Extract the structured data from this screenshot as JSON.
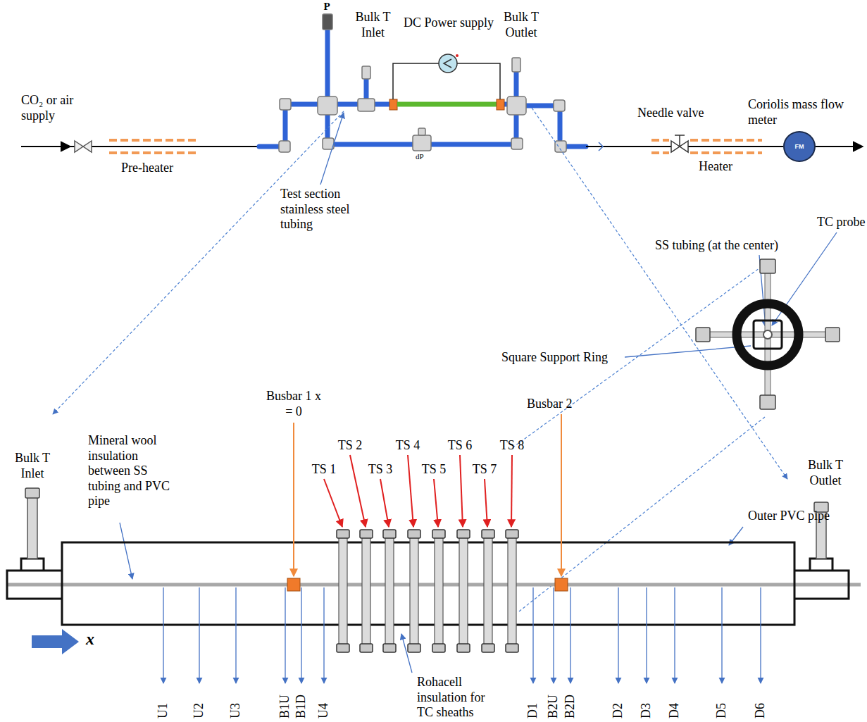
{
  "diagram": {
    "nodes": [
      {
        "text": [
          "FM"
        ]
      }
    ],
    "labels": [
      "P",
      "Bulk T Inlet",
      "DC Power supply",
      "Bulk T Outlet",
      "CO₂ or air supply",
      "Coriolis mass flow meter",
      "Needle valve",
      "Pre-heater",
      "Heater",
      "dP",
      "Test section stainless steel tubing",
      "SS tubing (at the center)",
      "TC probe",
      "Square Support Ring",
      "Busbar 1 x = 0",
      "Busbar 2",
      "TS 1",
      "TS 2",
      "TS 3",
      "TS 4",
      "TS 5",
      "TS 6",
      "TS 7",
      "TS 8",
      "Mineral wool insulation between SS tubing and PVC pipe",
      "Bulk T Inlet",
      "Bulk T Outlet",
      "Outer PVC pipe",
      "Rohacell insulation for TC sheaths",
      "x",
      "U1",
      "U2",
      "U3",
      "B1U",
      "B1D",
      "U4",
      "D1",
      "B2U",
      "B2D",
      "D2",
      "D3",
      "D4",
      "D5",
      "D6"
    ]
  }
}
